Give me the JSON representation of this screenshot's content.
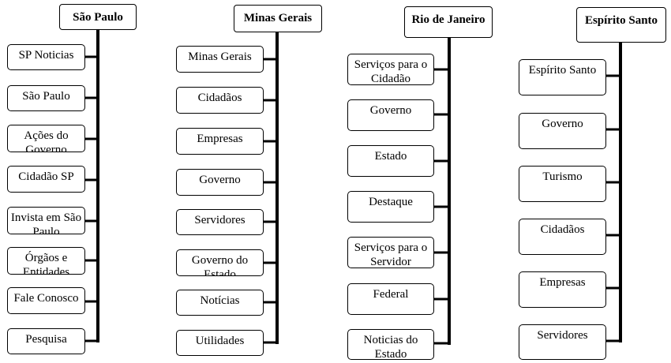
{
  "columns": [
    {
      "title": "São Paulo",
      "items": [
        "SP Noticias",
        "São Paulo",
        "Ações do Governo",
        "Cidadão SP",
        "Invista em São Paulo",
        "Órgãos e Entidades",
        "Fale Conosco",
        "Pesquisa"
      ]
    },
    {
      "title": "Minas Gerais",
      "items": [
        "Minas Gerais",
        "Cidadãos",
        "Empresas",
        "Governo",
        "Servidores",
        "Governo do Estado",
        "Notícias",
        "Utilidades"
      ]
    },
    {
      "title": "Rio de Janeiro",
      "items": [
        "Serviços para o Cidadão",
        "Governo",
        "Estado",
        "Destaque",
        "Serviços para o Servidor",
        "Federal",
        "Noticias do Estado"
      ]
    },
    {
      "title": "Espírito Santo",
      "items": [
        "Espírito Santo",
        "Governo",
        "Turismo",
        "Cidadãos",
        "Empresas",
        "Servidores"
      ]
    }
  ]
}
